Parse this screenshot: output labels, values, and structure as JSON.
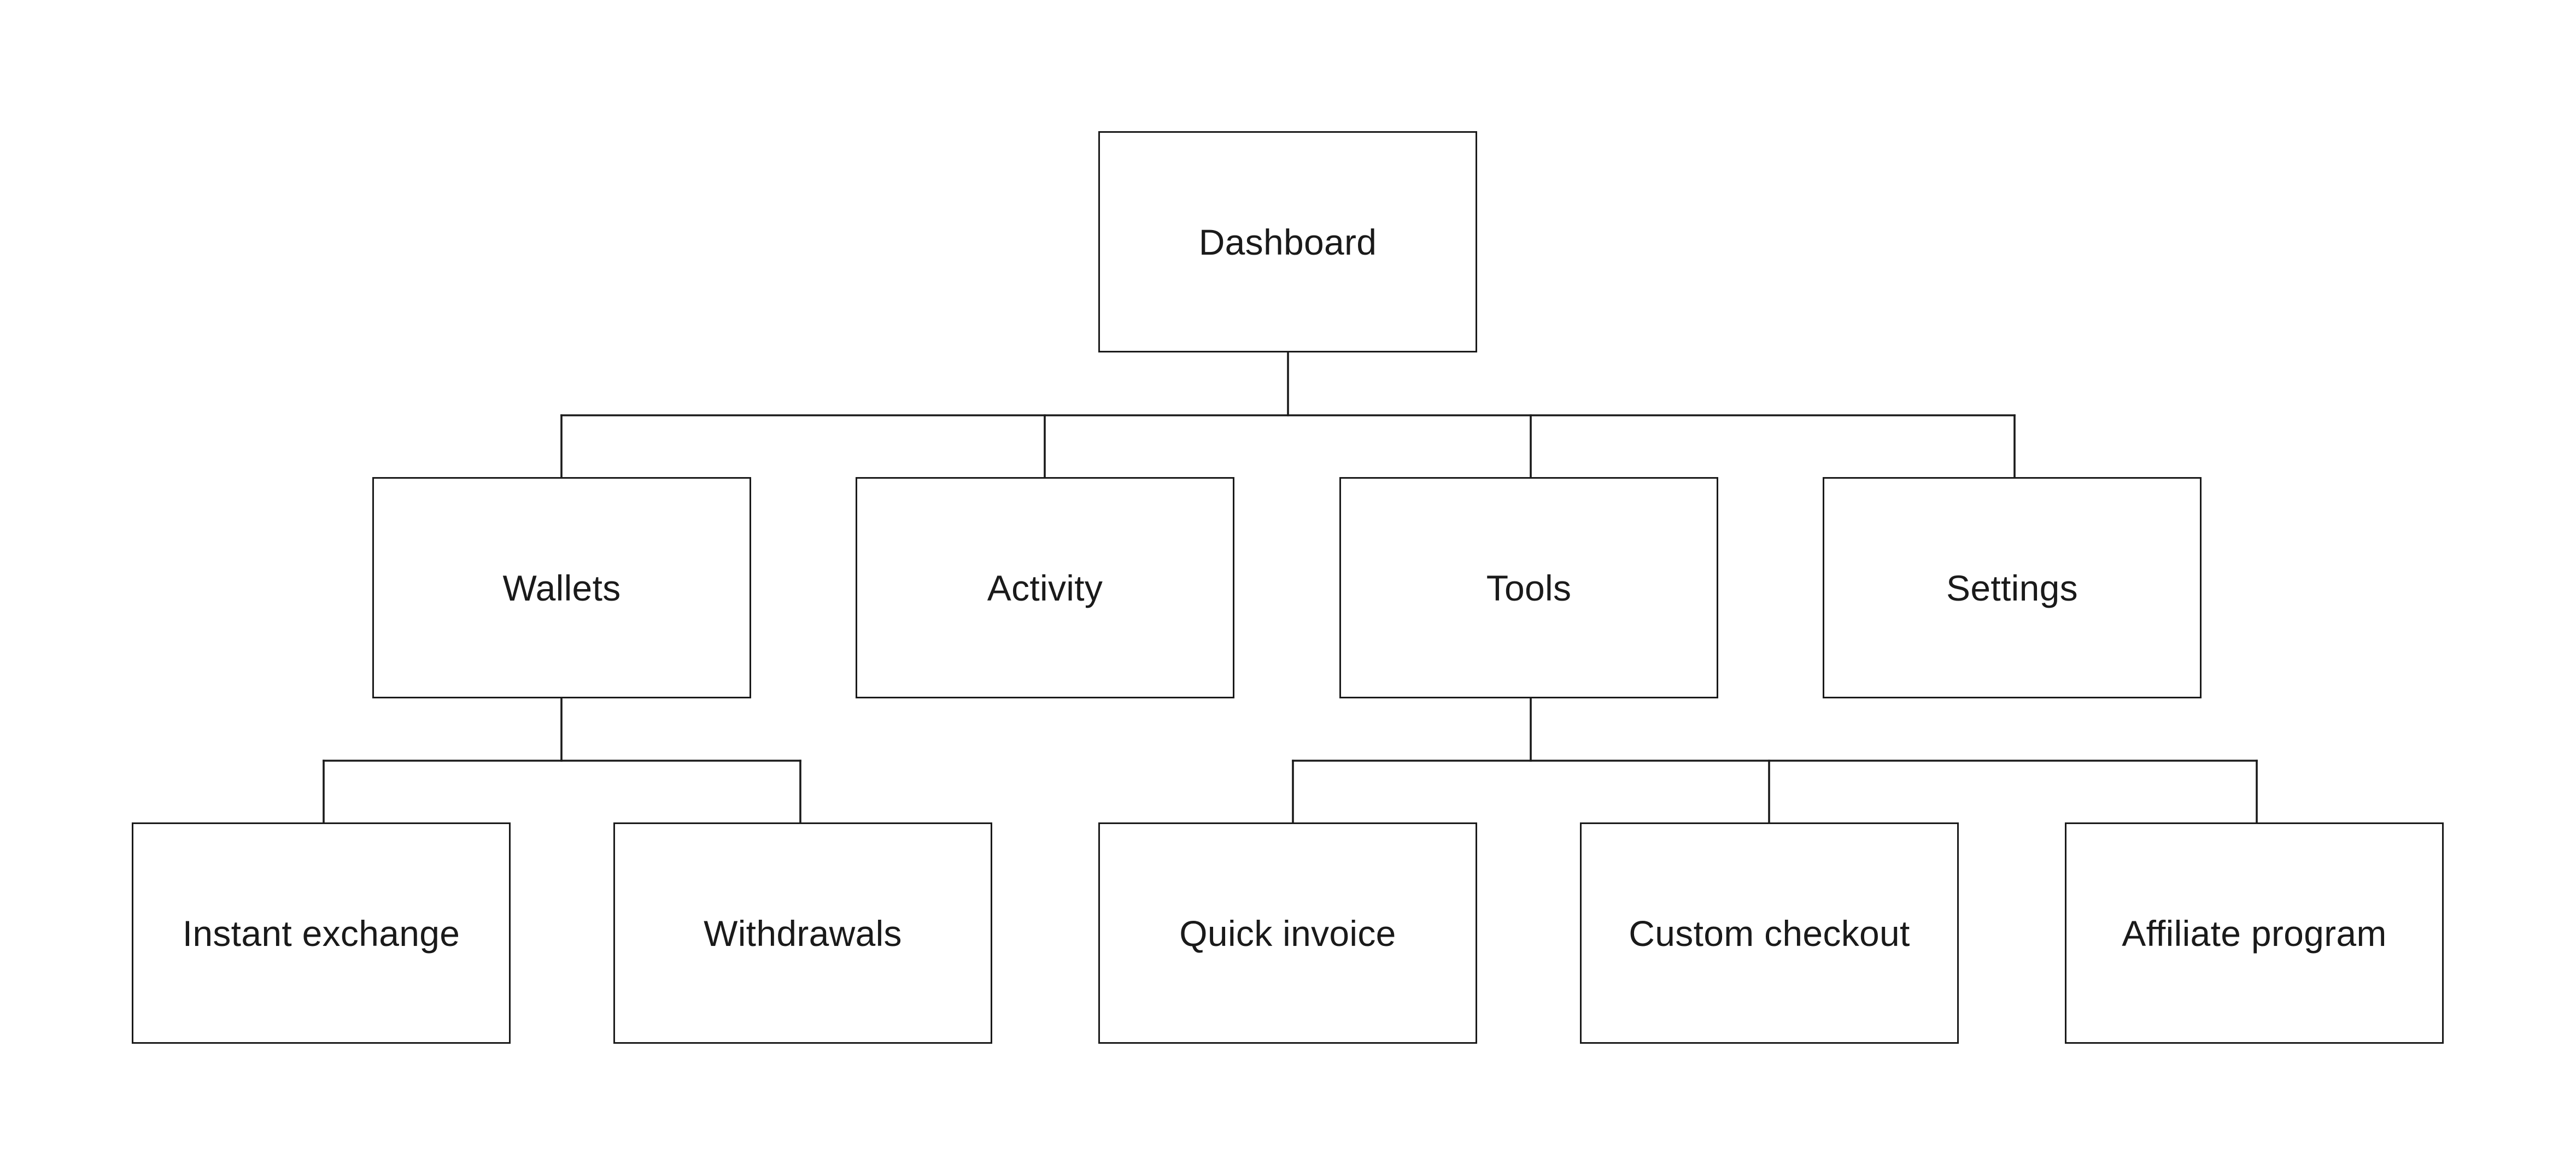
{
  "diagram": {
    "root": {
      "label": "Dashboard"
    },
    "level1": [
      {
        "label": "Wallets"
      },
      {
        "label": "Activity"
      },
      {
        "label": "Tools"
      },
      {
        "label": "Settings"
      }
    ],
    "level2_wallets": [
      {
        "label": "Instant exchange"
      },
      {
        "label": "Withdrawals"
      }
    ],
    "level2_tools": [
      {
        "label": "Quick invoice"
      },
      {
        "label": "Custom checkout"
      },
      {
        "label": "Affiliate program"
      }
    ]
  },
  "colors": {
    "line": "#1a1a1a",
    "background": "#ffffff",
    "text": "#1a1a1a"
  }
}
